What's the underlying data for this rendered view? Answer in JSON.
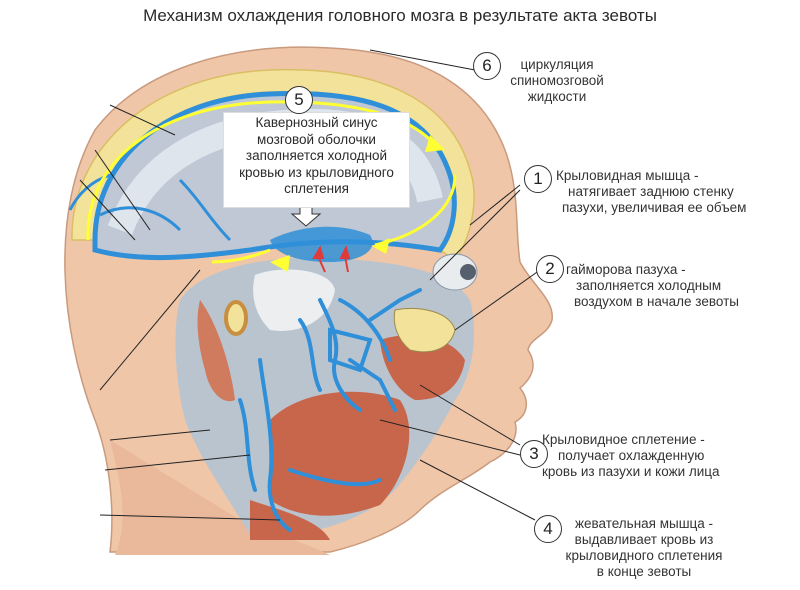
{
  "title": "Механизм охлаждения головного мозга в результате акта зевоты",
  "colors": {
    "vessel": "#2f8fd8",
    "muscle": "#c8664c",
    "skin": "#f0c6a8",
    "bone": "#f3e29a",
    "arrow": "#ffff33"
  },
  "labels": [
    {
      "num": "1",
      "lines": [
        "Крыловидная мышца -",
        "натягивает заднюю стенку",
        "пазухи, увеличивая ее объем"
      ]
    },
    {
      "num": "2",
      "lines": [
        "гайморова пазуха -",
        "заполняется холодным",
        "воздухом в начале зевоты"
      ]
    },
    {
      "num": "3",
      "lines": [
        "Крыловидное сплетение -",
        "получает охлажденную",
        "кровь из пазухи и кожи лица"
      ]
    },
    {
      "num": "4",
      "lines": [
        "жевательная мышца -",
        "выдавливает кровь из",
        "крыловидного сплетения",
        "в конце зевоты"
      ]
    },
    {
      "num": "5",
      "lines": [
        "Кавернозный синус",
        "мозговой оболочки",
        "заполняется холодной",
        "кровью из крыловидного",
        "сплетения"
      ]
    },
    {
      "num": "6",
      "lines": [
        "циркуляция",
        "спиномозговой",
        "жидкости"
      ]
    }
  ]
}
